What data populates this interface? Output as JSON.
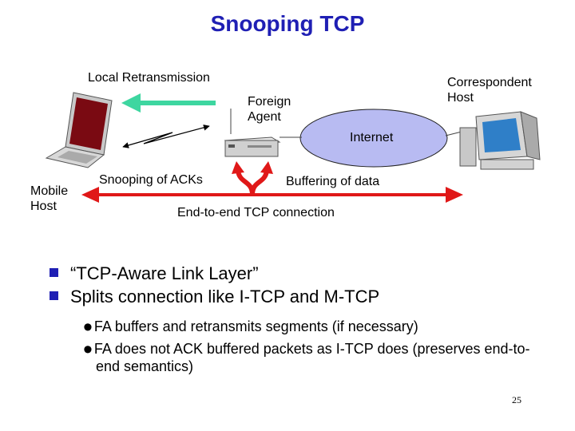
{
  "slide": {
    "title": "Snooping TCP",
    "page_number": "25"
  },
  "diagram": {
    "local_retransmission": "Local Retransmission",
    "correspondent_host": [
      "Correspondent",
      "Host"
    ],
    "foreign_agent": [
      "Foreign",
      "Agent"
    ],
    "internet": "Internet",
    "mobile_host": [
      "Mobile",
      "Host"
    ],
    "snooping_acks": "Snooping of ACKs",
    "buffering": "Buffering of data",
    "end_to_end": "End-to-end TCP connection"
  },
  "bullets": [
    "“TCP-Aware Link Layer”",
    "Splits connection like I-TCP and M-TCP"
  ],
  "sub_bullets": [
    "FA buffers and retransmits segments (if necessary)",
    "FA does not ACK buffered packets as I-TCP does (preserves end-to-end semantics)"
  ],
  "colors": {
    "title": "#1f1fb4",
    "retransmission_arrow": "#3ed6a0",
    "connection_arrow": "#e01818",
    "internet_cloud": "#b8bbf2",
    "bullet": "#1f1fb4"
  },
  "icons": [
    "laptop-icon",
    "router-icon",
    "desktop-computer-icon"
  ]
}
